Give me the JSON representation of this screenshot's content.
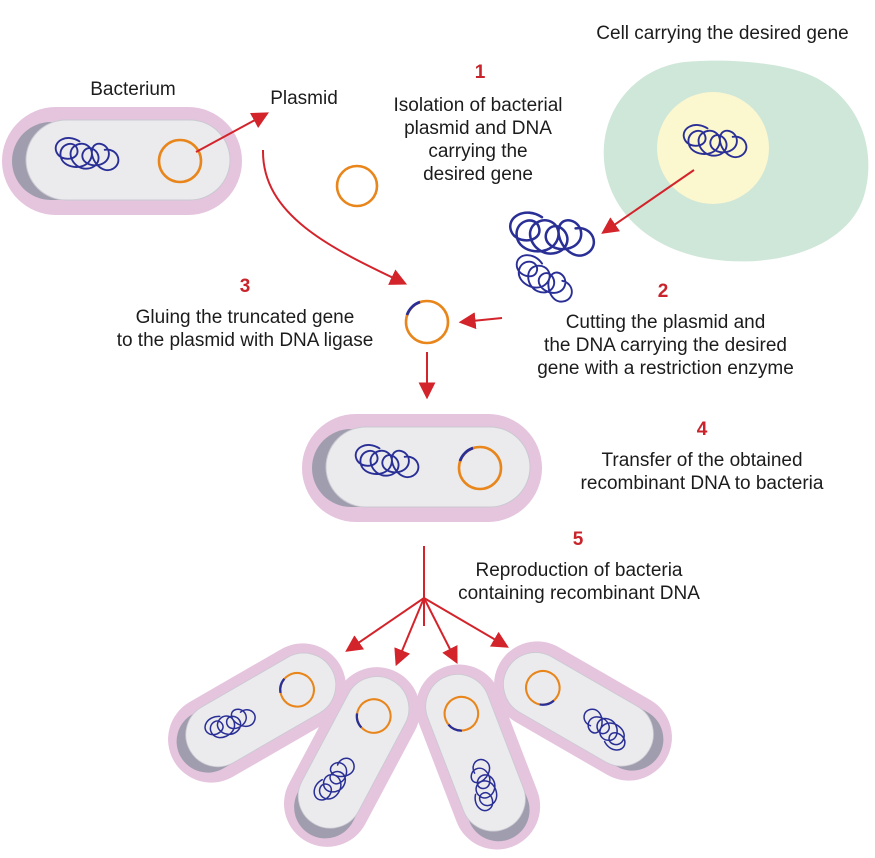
{
  "labels": {
    "cell": "Cell carrying the desired gene",
    "bacterium": "Bacterium",
    "plasmid": "Plasmid"
  },
  "steps": [
    {
      "number": "1",
      "text": "Isolation of bacterial\nplasmid and DNA\ncarrying the\ndesired gene"
    },
    {
      "number": "2",
      "text": "Cutting the plasmid and\nthe DNA carrying the desired\ngene with a restriction enzyme"
    },
    {
      "number": "3",
      "text": "Gluing the truncated gene\nto the plasmid with DNA ligase"
    },
    {
      "number": "4",
      "text": "Transfer of the obtained\nrecombinant DNA to bacteria"
    },
    {
      "number": "5",
      "text": "Reproduction of bacteria\ncontaining recombinant DNA"
    }
  ],
  "colors": {
    "arrow": "#d3242b",
    "step_number": "#c9242b",
    "membrane_pink": "#e5c4de",
    "capsule_shadow": "#a09eae",
    "cytoplasm": "#ebebed",
    "dna_blue": "#2a2f96",
    "plasmid_orange": "#e8861c",
    "cell_green": "#cfe7d9",
    "nucleus_yellow": "#fbf7cf",
    "text": "#1c1c1c"
  }
}
